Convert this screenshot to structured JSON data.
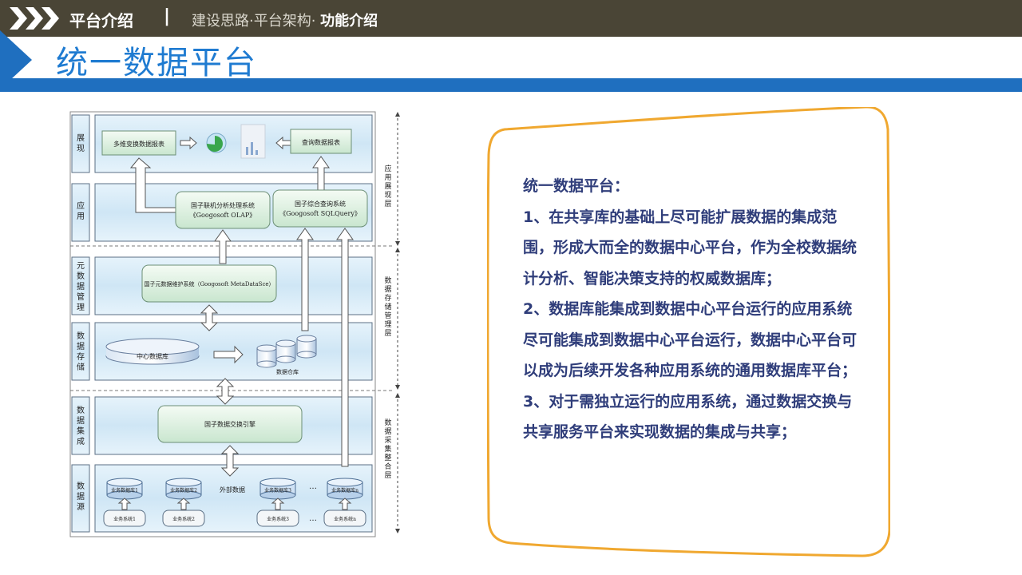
{
  "header": {
    "main": "平台介绍",
    "separator": "|",
    "sub_prefix": "建设思路·平台架构· ",
    "sub_current": "功能介绍"
  },
  "title": "统一数据平台",
  "colors": {
    "topbar": "#4a4536",
    "accent_blue": "#1f6fbf",
    "card_border": "#f0a830",
    "text_navy": "#2f3d7a"
  },
  "diagram": {
    "layers": [
      {
        "label": "展\n现"
      },
      {
        "label": "应\n用"
      },
      {
        "label": "元\n数\n据\n管\n理"
      },
      {
        "label": "数\n据\n存\n储"
      },
      {
        "label": "数\n据\n集\n成"
      },
      {
        "label": "数\n据\n源"
      }
    ],
    "right_labels": [
      "应用展现层",
      "数据存储管理层",
      "数据采集整合层"
    ],
    "boxes": {
      "multi_report": "多维变换数据报表",
      "query_report": "查询数据报表",
      "olap_1": "国子联机分析处理系统",
      "olap_2": "《Googosoft OLAP》",
      "sql_1": "国子综合查询系统",
      "sql_2": "《Googosoft SQLQuery》",
      "metadata": "国子元数据维护系统（Googosoft MetaDataSce）",
      "center_db": "中心数据库",
      "data_mart": "数据仓库",
      "exchange": "国子数据交换引擎",
      "external": "外部数据",
      "ellipsis": "…",
      "biz_db": [
        "业务数据库1",
        "业务数据库2",
        "业务数据库3",
        "业务数据库n"
      ],
      "biz_sys": [
        "业务系统1",
        "业务系统2",
        "业务系统3",
        "业务系统n"
      ]
    }
  },
  "card": {
    "heading": "统一数据平台：",
    "p1": "1、在共享库的基础上尽可能扩展数据的集成范围，形成大而全的数据中心平台，作为全校数据统计分析、智能决策支持的权威数据库；",
    "p2": "2、数据库能集成到数据中心平台运行的应用系统尽可能集成到数据中心平台运行，数据中心平台可以成为后续开发各种应用系统的通用数据库平台；",
    "p3": " 3、对于需独立运行的应用系统，通过数据交换与共享服务平台来实现数据的集成与共享；"
  }
}
